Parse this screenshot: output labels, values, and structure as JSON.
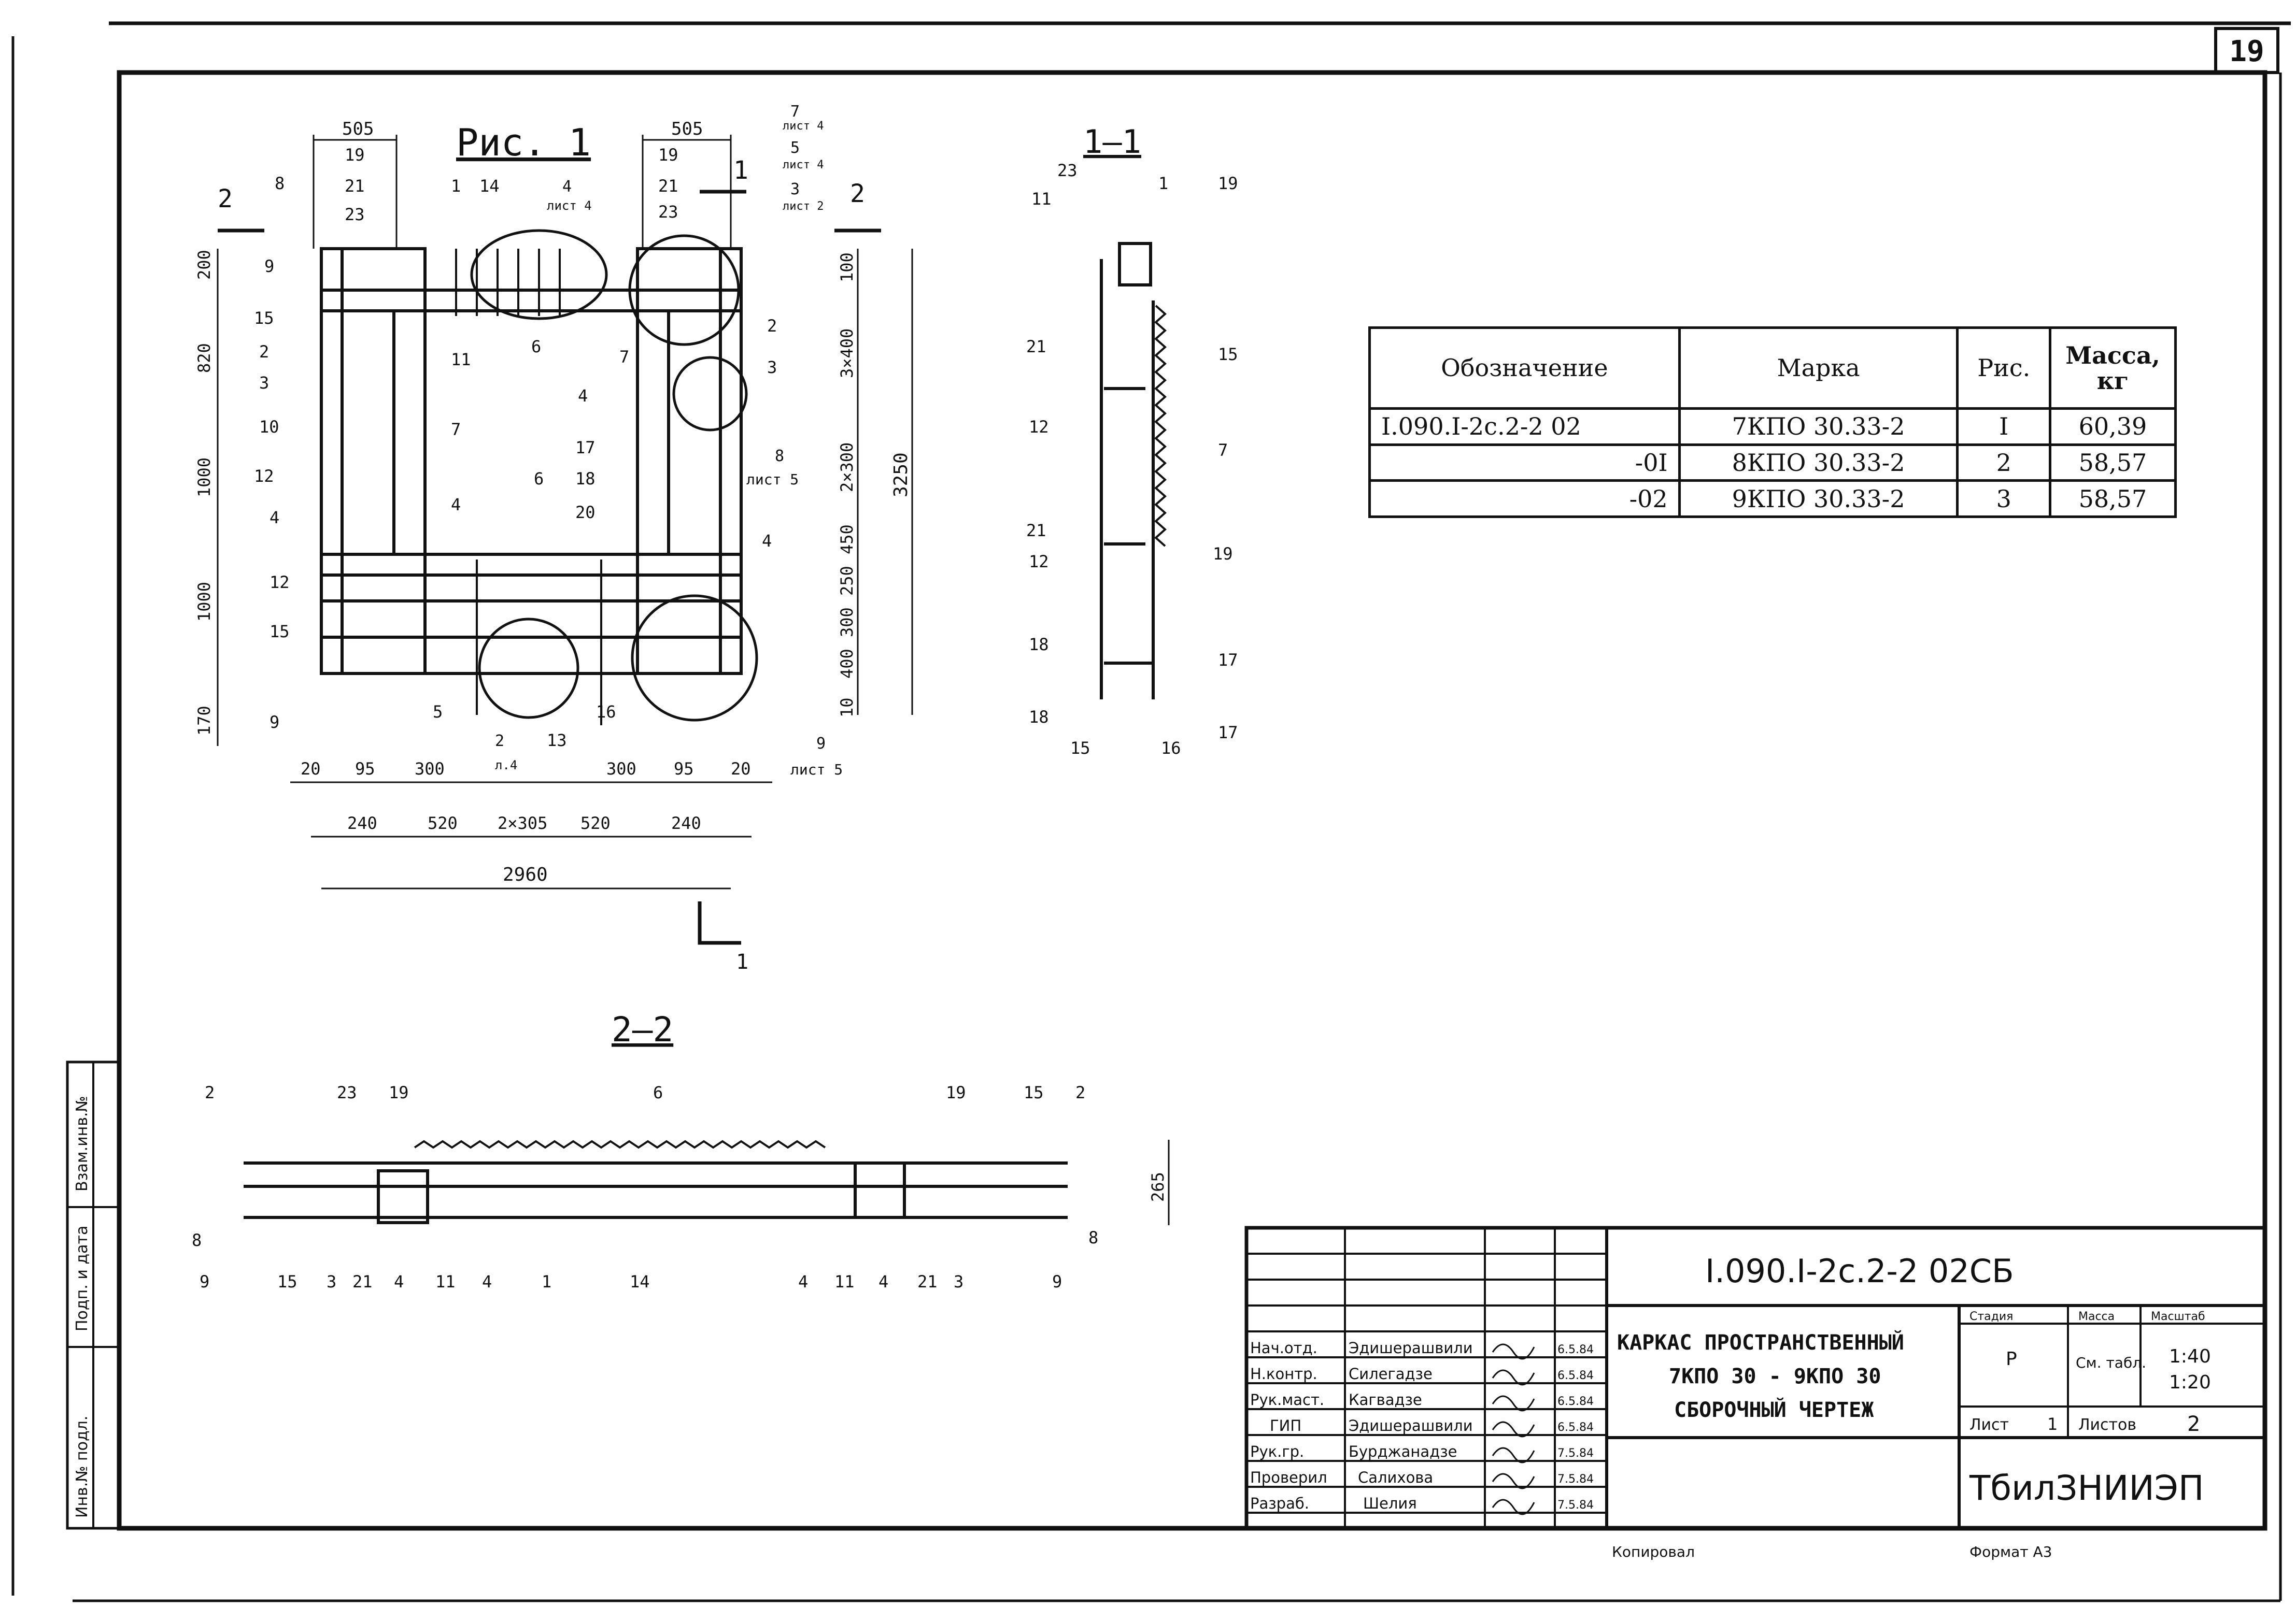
{
  "sheet": {
    "number": "19"
  },
  "figure1": {
    "label": "Рис. 1",
    "section_mark": "2",
    "cut_mark": "1",
    "top_dims": [
      "505",
      "505"
    ],
    "sheet_refs": [
      {
        "pos": "4",
        "sheet": "лист 4"
      },
      {
        "pos": "7",
        "sheet": "лист 4"
      },
      {
        "pos": "5",
        "sheet": "лист 4"
      },
      {
        "pos": "3",
        "sheet": "лист 2"
      },
      {
        "pos": "8",
        "sheet": "лист 5"
      },
      {
        "pos": "2",
        "sheet": "л.4"
      },
      {
        "pos": "9",
        "sheet": "лист 5"
      }
    ],
    "left_dims": [
      "200",
      "820",
      "1000",
      "1000",
      "170"
    ],
    "right_dims": [
      "100",
      "3×400",
      "2×300",
      "450",
      "250",
      "300",
      "400",
      "10"
    ],
    "overall_height": "3250",
    "bottom_dims_row1": [
      "20",
      "95",
      "300",
      "300",
      "95",
      "20"
    ],
    "bottom_dims_row2": [
      "240",
      "520",
      "2×305",
      "520",
      "240"
    ],
    "overall_width": "2960",
    "left_pos": [
      "8",
      "19",
      "21",
      "23",
      "9",
      "15",
      "2",
      "3",
      "10",
      "12",
      "4",
      "12",
      "15",
      "9"
    ],
    "right_pos": [
      "19",
      "21",
      "23",
      "2",
      "3",
      "4",
      "4"
    ],
    "inner_pos": [
      "1",
      "14",
      "11",
      "7",
      "7",
      "4",
      "6",
      "17",
      "18",
      "20",
      "16",
      "5",
      "13",
      "6"
    ]
  },
  "section11": {
    "label": "1—1",
    "pos_left": [
      "23",
      "11",
      "21",
      "12",
      "21",
      "12",
      "18",
      "18",
      "15"
    ],
    "pos_right": [
      "1",
      "19",
      "15",
      "7",
      "19",
      "17",
      "17",
      "16"
    ]
  },
  "section22": {
    "label": "2—2",
    "height_dim": "265",
    "top_pos": [
      "2",
      "23",
      "19",
      "6",
      "19",
      "15",
      "2"
    ],
    "bottom_pos": [
      "8",
      "9",
      "15",
      "3",
      "21",
      "4",
      "11",
      "4",
      "1",
      "14",
      "4",
      "11",
      "4",
      "21",
      "3",
      "9",
      "8"
    ]
  },
  "spec_table": {
    "headers": [
      "Обозначение",
      "Марка",
      "Рис.",
      "Масса, кг"
    ],
    "rows": [
      [
        "I.090.I-2с.2-2 02",
        "7КПО 30.33-2",
        "I",
        "60,39"
      ],
      [
        "-0I",
        "8КПО 30.33-2",
        "2",
        "58,57"
      ],
      [
        "-02",
        "9КПО 30.33-2",
        "3",
        "58,57"
      ]
    ]
  },
  "title_block": {
    "code": "I.090.I-2с.2-2 02СБ",
    "title_lines": [
      "КАРКАС ПРОСТРАНСТВЕННЫЙ",
      "7КПО 30 - 9КПО 30",
      "СБОРОЧНЫЙ ЧЕРТЕЖ"
    ],
    "stage_label": "Стадия",
    "mass_label": "Масса",
    "scale_label": "Масштаб",
    "stage": "Р",
    "mass": "См. табл.",
    "scale1": "1:40",
    "scale2": "1:20",
    "sheet_label": "Лист",
    "sheet_value": "1",
    "sheets_label": "Листов",
    "sheets_value": "2",
    "organization": "ТбилЗНИИЭП",
    "signatures": [
      {
        "role": "Нач.отд.",
        "name": "Эдишерашвили",
        "date": "6.5.84"
      },
      {
        "role": "Н.контр.",
        "name": "Силегадзе",
        "date": "6.5.84"
      },
      {
        "role": "Рук.маст.",
        "name": "Кагвадзе",
        "date": "6.5.84"
      },
      {
        "role": "ГИП",
        "name": "Эдишерашвили",
        "date": "6.5.84"
      },
      {
        "role": "Рук.гр.",
        "name": "Бурджанадзе",
        "date": "7.5.84"
      },
      {
        "role": "Проверил",
        "name": "Салихова",
        "date": "7.5.84"
      },
      {
        "role": "Разраб.",
        "name": "Шелия",
        "date": "7.5.84"
      }
    ],
    "copied_label": "Копировал",
    "format_label": "Формат А3"
  },
  "side_stamp": {
    "labels": [
      "Взам.инв.№",
      "Подп. и дата",
      "Инв.№ подл."
    ]
  }
}
